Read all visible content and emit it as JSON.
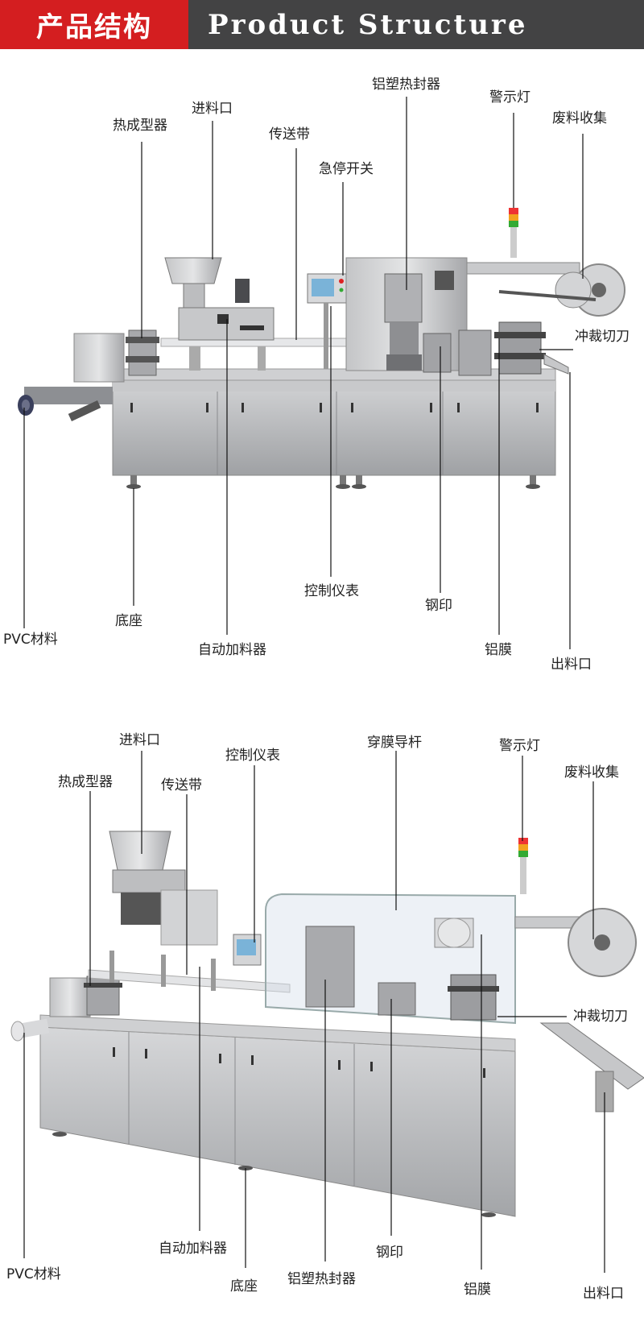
{
  "header": {
    "title_cn": "产品结构",
    "title_en": "Product Structure"
  },
  "diagram1": {
    "labels": {
      "thermoformer": "热成型器",
      "feed_inlet": "进料口",
      "conveyor": "传送带",
      "heat_sealer": "铝塑热封器",
      "emergency_stop": "急停开关",
      "warning_light": "警示灯",
      "waste_collection": "废料收集",
      "punch_cutter": "冲裁切刀",
      "control_panel": "控制仪表",
      "steel_stamp": "钢印",
      "pvc_material": "PVC材料",
      "base": "底座",
      "auto_feeder": "自动加料器",
      "aluminum_film": "铝膜",
      "discharge_outlet": "出料口"
    }
  },
  "diagram2": {
    "labels": {
      "feed_inlet": "进料口",
      "control_panel": "控制仪表",
      "film_guide_rod": "穿膜导杆",
      "warning_light": "警示灯",
      "thermoformer": "热成型器",
      "conveyor": "传送带",
      "waste_collection": "废料收集",
      "punch_cutter": "冲裁切刀",
      "pvc_material": "PVC材料",
      "auto_feeder": "自动加料器",
      "base": "底座",
      "heat_sealer": "铝塑热封器",
      "steel_stamp": "钢印",
      "aluminum_film": "铝膜",
      "discharge_outlet": "出料口"
    }
  },
  "colors": {
    "header_red": "#d41e20",
    "header_dark": "#434344",
    "machine_steel": "#b9babc"
  }
}
